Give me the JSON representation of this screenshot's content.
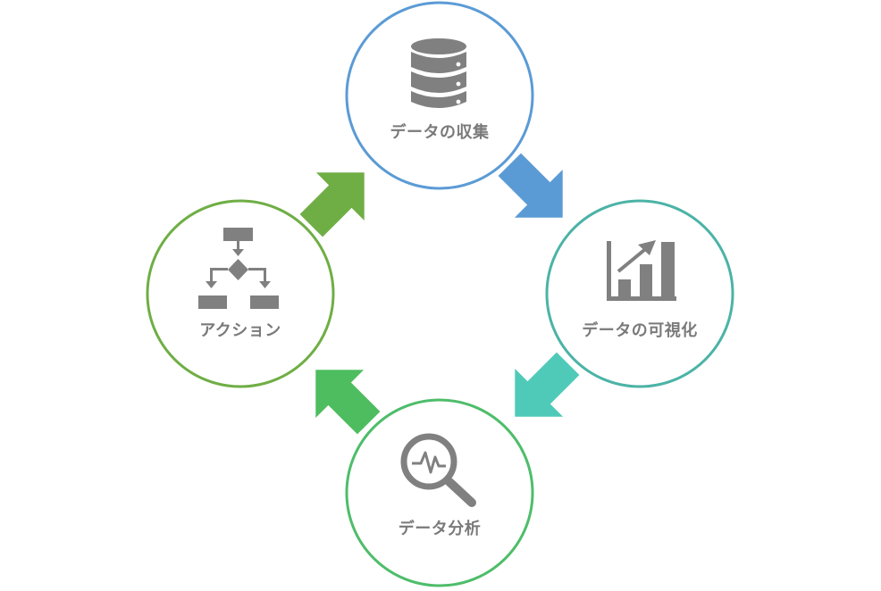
{
  "nodes": {
    "collect": {
      "label": "データの収集",
      "color": "#5b9bd5",
      "icon": "database-icon"
    },
    "visualize": {
      "label": "データの可視化",
      "color": "#4bb3a6",
      "icon": "bar-chart-icon"
    },
    "analyze": {
      "label": "データ分析",
      "color": "#4ebd6a",
      "icon": "magnifier-pulse-icon"
    },
    "action": {
      "label": "アクション",
      "color": "#6fae45",
      "icon": "flowchart-icon"
    }
  },
  "arrows": {
    "collect_to_visualize": {
      "color": "#5b9bd5"
    },
    "visualize_to_analyze": {
      "color": "#4fcab9"
    },
    "analyze_to_action": {
      "color": "#4ebd5f"
    },
    "action_to_collect": {
      "color": "#6fae45"
    }
  },
  "icon_color": "#808080"
}
